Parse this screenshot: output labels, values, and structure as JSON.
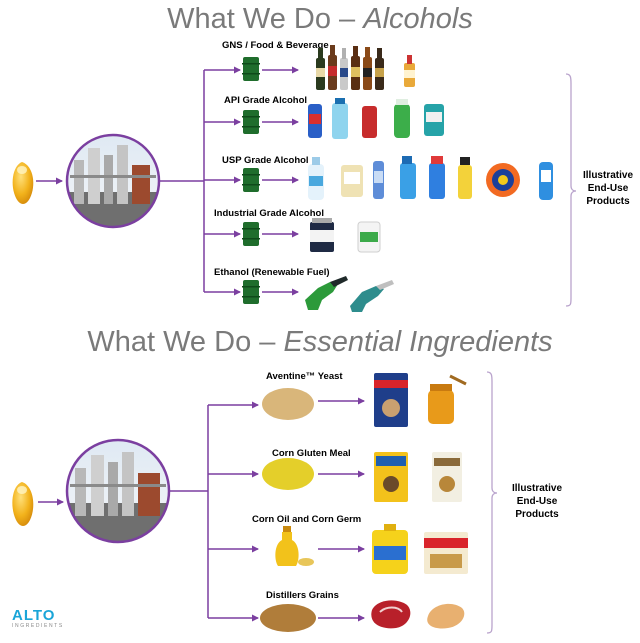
{
  "alcohols": {
    "title_prefix": "What We Do – ",
    "title_emph": "Alcohols",
    "categories": [
      {
        "label": "GNS / Food & Beverage"
      },
      {
        "label": "API Grade Alcohol"
      },
      {
        "label": "USP Grade Alcohol"
      },
      {
        "label": "Industrial Grade Alcohol"
      },
      {
        "label": "Ethanol (Renewable Fuel)"
      }
    ],
    "side_label": [
      "Illustrative",
      "End-Use",
      "Products"
    ]
  },
  "ingredients": {
    "title_prefix": "What We Do – ",
    "title_emph": "Essential Ingredients",
    "categories": [
      {
        "label": "Aventine™ Yeast"
      },
      {
        "label": "Corn Gluten Meal"
      },
      {
        "label": "Corn Oil and Corn Germ"
      },
      {
        "label": "Distillers Grains"
      }
    ],
    "side_label": [
      "Illustrative",
      "End-Use",
      "Products"
    ]
  },
  "logo": {
    "name": "ALTO",
    "sub": "INGREDIENTS"
  },
  "colors": {
    "arrow": "#7b3fa0",
    "bracket": "#b9a3cc",
    "title": "#7a7a7a",
    "drum": "#1f6d2c",
    "corn": "#f2b21b",
    "logo": "#1aa5d8"
  },
  "icons": [
    "corn-kernel-icon",
    "plant-photo-icon",
    "drum-icon",
    "bottle-icon",
    "fuel-nozzle-icon",
    "yeast-pile-icon",
    "pet-food-bag-icon",
    "honey-jar-icon",
    "oil-bottle-icon",
    "steak-icon",
    "chicken-icon",
    "box-icon"
  ]
}
